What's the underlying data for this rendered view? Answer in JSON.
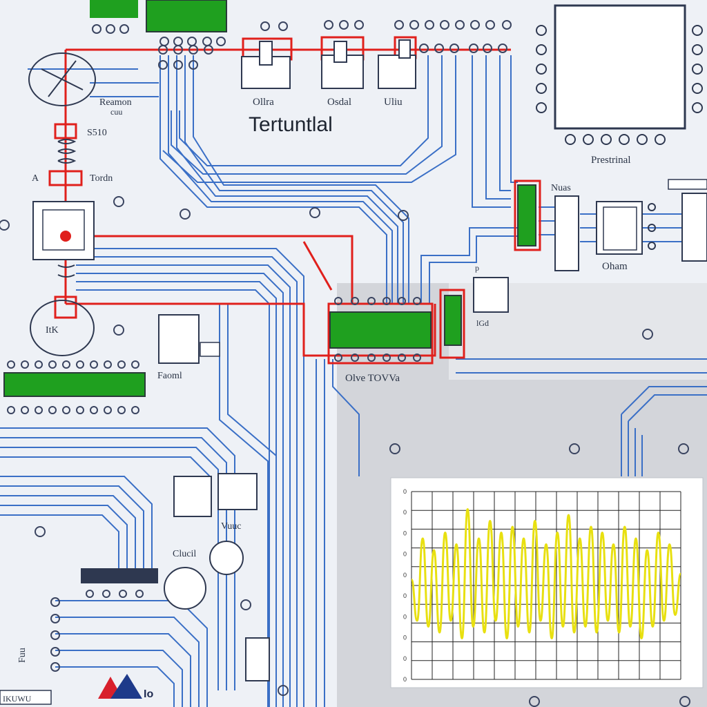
{
  "schematic": {
    "title": "Tertuntlal",
    "labels": {
      "top_left_a": "Reamon",
      "top_left_b": "cuu",
      "coil_top": "S510",
      "coil_side": "Tordn",
      "coil_a": "A",
      "module_1": "Ollra",
      "module_2": "Osdal",
      "module_3": "Uliu",
      "cpu_label": "Prestrinal",
      "right_mod": "Nuas",
      "output": "Oham",
      "bottom_chip": "Olve TOVVa",
      "left_module": "Faoml",
      "bottom_mid_1": "Vuuc",
      "bottom_mid_2": "Clucil",
      "left_edge": "Fuu",
      "bottom_left_box": "IKUWU",
      "logo_text": "Io",
      "circle_text": "ItK",
      "sw_label": "lGd",
      "misc_p": "p"
    },
    "colors": {
      "trace_blue": "#3a6fc6",
      "trace_red": "#e0201c",
      "ic_green": "#1fa01f",
      "signal": "#e8e010",
      "panel": "#d4d6db"
    }
  },
  "chart_data": {
    "type": "line",
    "title": "",
    "xlabel": "",
    "ylabel": "",
    "x": [
      0,
      1,
      2,
      3,
      4,
      5,
      6,
      7,
      8,
      9,
      10,
      11,
      12,
      13,
      14,
      15,
      16,
      17,
      18,
      19,
      20,
      21,
      22,
      23,
      24,
      25,
      26,
      27,
      28,
      29,
      30,
      31,
      32,
      33,
      34,
      35,
      36,
      37,
      38,
      39,
      40,
      41,
      42,
      43,
      44,
      45,
      46,
      47,
      48
    ],
    "series": [
      {
        "values": [
          0.1,
          -0.6,
          0.8,
          -0.7,
          0.6,
          -0.8,
          0.9,
          -0.6,
          0.7,
          -0.9,
          1.3,
          -0.7,
          0.8,
          -0.8,
          1.1,
          -0.6,
          0.9,
          -0.9,
          1.0,
          -0.7,
          0.8,
          -0.8,
          1.1,
          -0.6,
          0.7,
          -0.9,
          0.9,
          -0.7,
          1.2,
          -0.8,
          0.8,
          -0.7,
          1.0,
          -0.8,
          0.9,
          -0.6,
          0.7,
          -0.8,
          1.0,
          -0.7,
          0.8,
          -0.9,
          0.6,
          -0.7,
          0.9,
          -0.6,
          0.7,
          -0.5,
          0.2
        ]
      }
    ],
    "ylim": [
      -1.6,
      1.6
    ],
    "grid": true,
    "y_ticks": [
      "0",
      "0",
      "0",
      "0",
      "0",
      "0",
      "0",
      "0",
      "0",
      "0"
    ]
  }
}
